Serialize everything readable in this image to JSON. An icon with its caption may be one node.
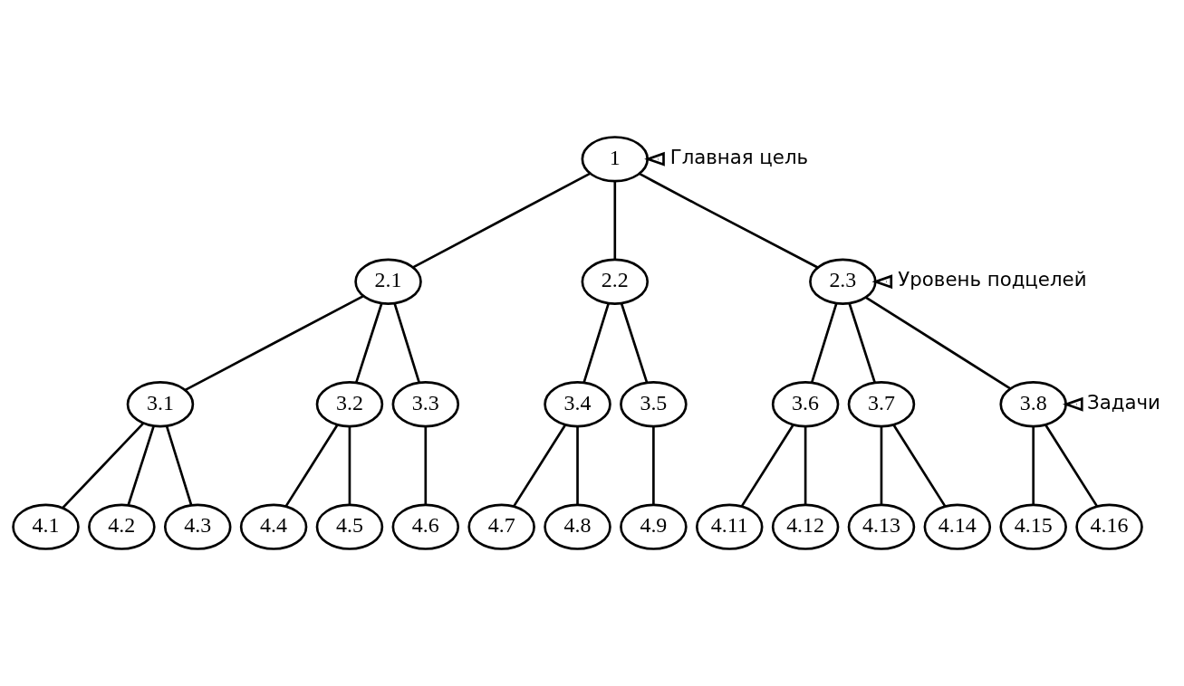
{
  "diagram": {
    "nodes": [
      {
        "text": [
          "1"
        ]
      },
      {
        "text": [
          "2.1"
        ]
      },
      {
        "text": [
          "2.2"
        ]
      },
      {
        "text": [
          "2.3"
        ]
      },
      {
        "text": [
          "3.1"
        ]
      },
      {
        "text": [
          "3.2"
        ]
      },
      {
        "text": [
          "3.3"
        ]
      },
      {
        "text": [
          "3.4"
        ]
      },
      {
        "text": [
          "3.5"
        ]
      },
      {
        "text": [
          "3.6"
        ]
      },
      {
        "text": [
          "3.7"
        ]
      },
      {
        "text": [
          "3.8"
        ]
      },
      {
        "text": [
          "4.1"
        ]
      },
      {
        "text": [
          "4.2"
        ]
      },
      {
        "text": [
          "4.3"
        ]
      },
      {
        "text": [
          "4.4"
        ]
      },
      {
        "text": [
          "4.5"
        ]
      },
      {
        "text": [
          "4.6"
        ]
      },
      {
        "text": [
          "4.7"
        ]
      },
      {
        "text": [
          "4.8"
        ]
      },
      {
        "text": [
          "4.9"
        ]
      },
      {
        "text": [
          "4.11"
        ]
      },
      {
        "text": [
          "4.12"
        ]
      },
      {
        "text": [
          "4.13"
        ]
      },
      {
        "text": [
          "4.14"
        ]
      },
      {
        "text": [
          "4.15"
        ]
      },
      {
        "text": [
          "4.16"
        ]
      },
      {
        "text": [
          "Главная цель"
        ]
      },
      {
        "text": [
          "Уровень подцелей"
        ]
      },
      {
        "text": [
          "Задачи"
        ]
      }
    ],
    "edges": [
      {
        "from": 0,
        "to": 1,
        "arrow": "none"
      },
      {
        "from": 0,
        "to": 2,
        "arrow": "none"
      },
      {
        "from": 0,
        "to": 3,
        "arrow": "none"
      },
      {
        "from": 1,
        "to": 4,
        "arrow": "none"
      },
      {
        "from": 1,
        "to": 5,
        "arrow": "none"
      },
      {
        "from": 1,
        "to": 6,
        "arrow": "none"
      },
      {
        "from": 2,
        "to": 7,
        "arrow": "none"
      },
      {
        "from": 2,
        "to": 8,
        "arrow": "none"
      },
      {
        "from": 3,
        "to": 9,
        "arrow": "none"
      },
      {
        "from": 3,
        "to": 10,
        "arrow": "none"
      },
      {
        "from": 3,
        "to": 11,
        "arrow": "none"
      },
      {
        "from": 4,
        "to": 12,
        "arrow": "none"
      },
      {
        "from": 4,
        "to": 13,
        "arrow": "none"
      },
      {
        "from": 4,
        "to": 14,
        "arrow": "none"
      },
      {
        "from": 5,
        "to": 15,
        "arrow": "none"
      },
      {
        "from": 5,
        "to": 16,
        "arrow": "none"
      },
      {
        "from": 6,
        "to": 17,
        "arrow": "none"
      },
      {
        "from": 7,
        "to": 18,
        "arrow": "none"
      },
      {
        "from": 7,
        "to": 19,
        "arrow": "none"
      },
      {
        "from": 8,
        "to": 20,
        "arrow": "none"
      },
      {
        "from": 9,
        "to": 21,
        "arrow": "none"
      },
      {
        "from": 9,
        "to": 22,
        "arrow": "none"
      },
      {
        "from": 10,
        "to": 23,
        "arrow": "none"
      },
      {
        "from": 10,
        "to": 24,
        "arrow": "none"
      },
      {
        "from": 11,
        "to": 25,
        "arrow": "none"
      },
      {
        "from": 11,
        "to": 26,
        "arrow": "none"
      },
      {
        "from": 27,
        "to": 0,
        "arrow": "to"
      },
      {
        "from": 28,
        "to": 3,
        "arrow": "to"
      },
      {
        "from": 29,
        "to": 11,
        "arrow": "to"
      }
    ]
  }
}
